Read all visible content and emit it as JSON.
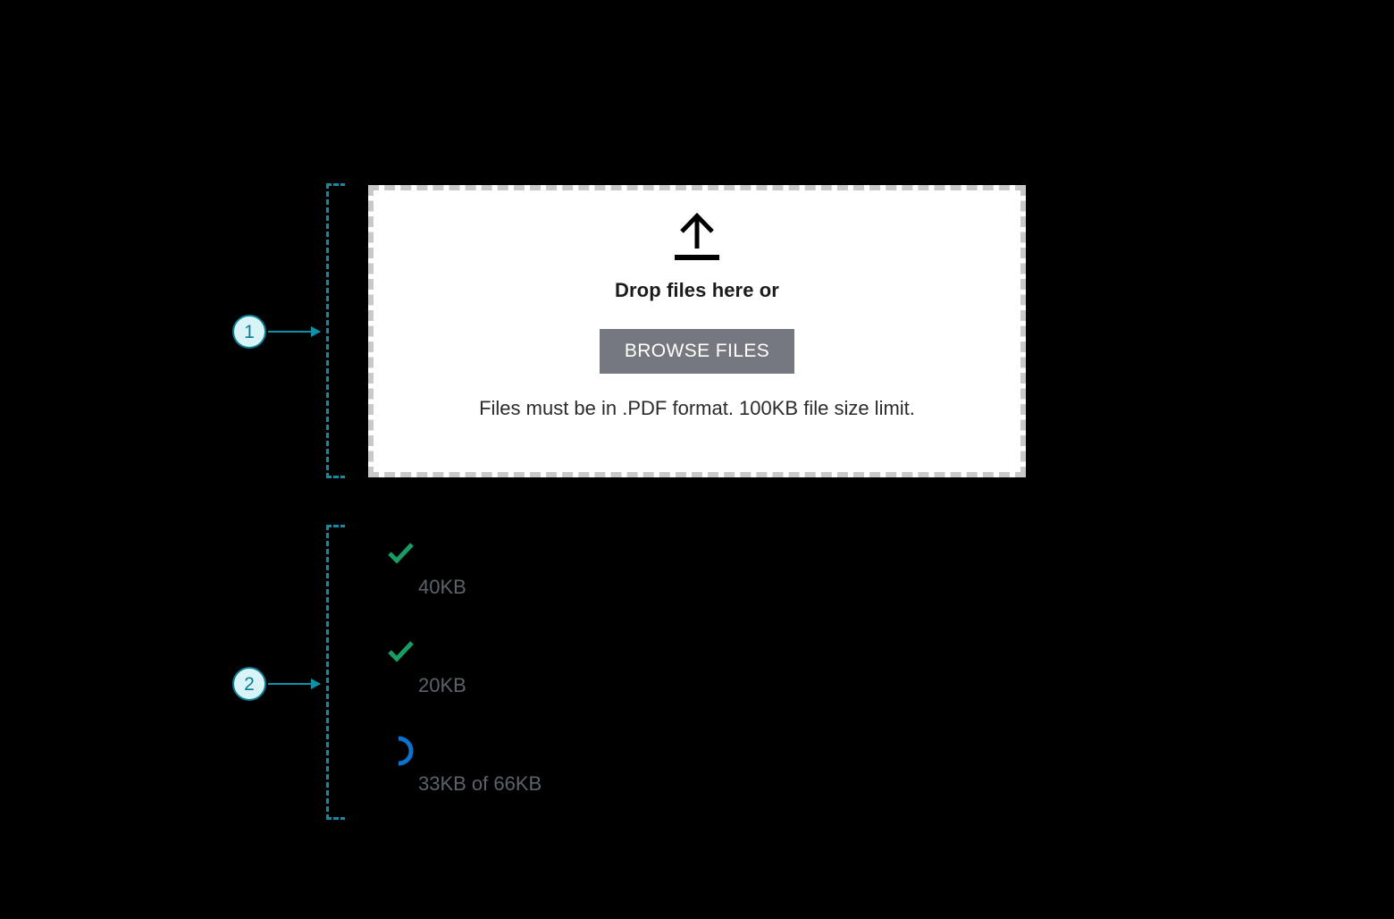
{
  "background_color": "#000000",
  "annotations": {
    "accent_color": "#0e90a8",
    "markers": [
      {
        "label": "1",
        "target": "file-upload-dropzone"
      },
      {
        "label": "2",
        "target": "file-upload-list"
      }
    ]
  },
  "dropzone": {
    "icon": "upload-arrow-icon",
    "title": "Drop files here or",
    "browse_label": "BROWSE FILES",
    "hint": "Files must be in .PDF format. 100KB file size limit.",
    "border_color": "#c9c9c9",
    "background_color": "#ffffff",
    "button_color": "#75797f"
  },
  "file_list": {
    "success_color": "#189e63",
    "progress_color": "#0b72d0",
    "meta_color": "#5c626a",
    "items": [
      {
        "status": "complete",
        "status_icon": "check-icon",
        "name": "",
        "meta": "40KB"
      },
      {
        "status": "complete",
        "status_icon": "check-icon",
        "name": "",
        "meta": "20KB"
      },
      {
        "status": "uploading",
        "status_icon": "spinner-icon",
        "name": "",
        "meta": "33KB of 66KB"
      }
    ]
  }
}
